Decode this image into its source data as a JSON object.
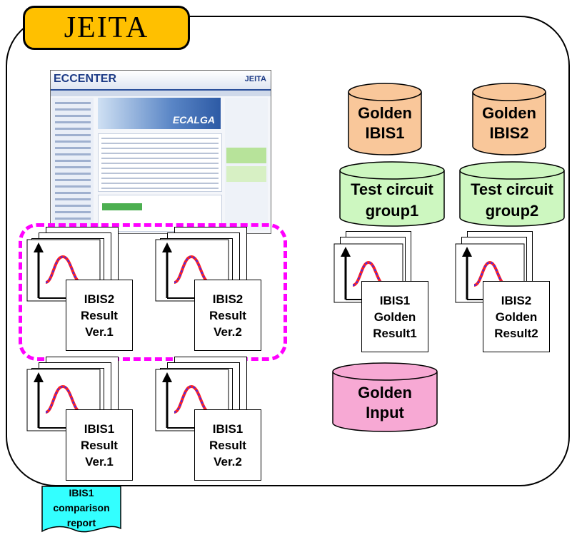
{
  "header": {
    "title": "JEITA"
  },
  "website": {
    "logo_left": "ECCENTER",
    "logo_right": "JEITA",
    "banner": "ECALGA"
  },
  "databases": {
    "golden_ibis1": [
      "Golden",
      "IBIS1"
    ],
    "golden_ibis2": [
      "Golden",
      "IBIS2"
    ],
    "test_group1": [
      "Test circuit",
      "group1"
    ],
    "test_group2": [
      "Test circuit",
      "group2"
    ],
    "golden_input": [
      "Golden",
      "Input"
    ]
  },
  "results": {
    "ibis2_v1": [
      "IBIS2",
      "Result",
      "Ver.1"
    ],
    "ibis2_v2": [
      "IBIS2",
      "Result",
      "Ver.2"
    ],
    "ibis1_v1": [
      "IBIS1",
      "Result",
      "Ver.1"
    ],
    "ibis1_v2": [
      "IBIS1",
      "Result",
      "Ver.2"
    ],
    "golden1": [
      "IBIS1",
      "Golden",
      "Result1"
    ],
    "golden2": [
      "IBIS2",
      "Golden",
      "Result2"
    ]
  },
  "report": [
    "IBIS1",
    "comparison",
    "report"
  ],
  "colors": {
    "tab": "#ffc000",
    "golden_db": "#f9c79a",
    "test_db": "#cdf7c0",
    "input_db": "#f7a9d4",
    "highlight": "#ff00ff",
    "report": "#33ffff",
    "wave_red": "#ff2020",
    "wave_blue": "#3030ff"
  }
}
